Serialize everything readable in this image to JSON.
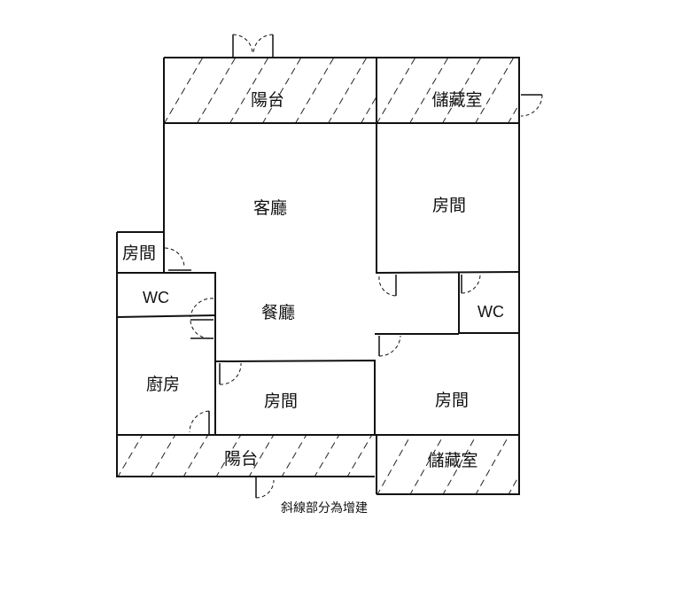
{
  "rooms": {
    "balcony_top": "陽台",
    "storage_top": "儲藏室",
    "living_room": "客廳",
    "room_top_right": "房間",
    "room_small_left": "房間",
    "wc_left": "WC",
    "dining_room": "餐廳",
    "wc_right": "WC",
    "kitchen": "廚房",
    "room_bottom_middle": "房間",
    "room_bottom_right": "房間",
    "balcony_bottom": "陽台",
    "storage_bottom": "儲藏室"
  },
  "note": "斜線部分為增建"
}
